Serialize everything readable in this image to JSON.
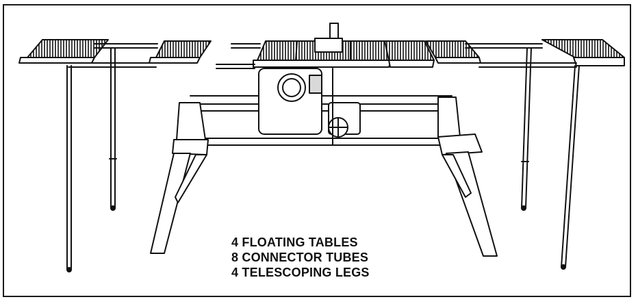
{
  "caption": {
    "lines": [
      "4 FLOATING TABLES",
      "8 CONNECTOR TUBES",
      "4 TELESCOPING LEGS"
    ]
  },
  "colors": {
    "ink": "#111111",
    "paper": "#ffffff",
    "shade": "#d9d9d9"
  }
}
